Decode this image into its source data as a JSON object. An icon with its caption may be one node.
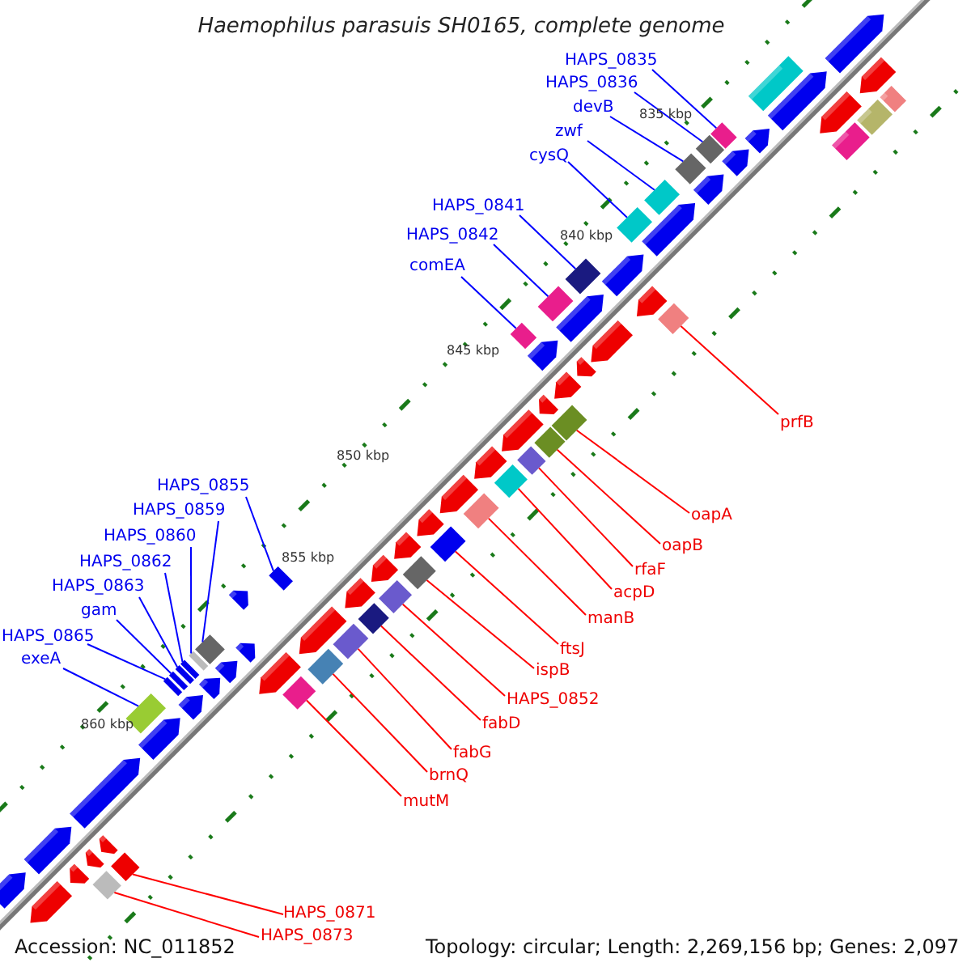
{
  "diagram": {
    "title": "Haemophilus parasuis SH0165, complete genome",
    "nodes": [
      {
        "text": [
          "HAPS_0835"
        ]
      },
      {
        "text": [
          "HAPS_0836"
        ]
      },
      {
        "text": [
          "devB"
        ]
      },
      {
        "text": [
          "zwf"
        ]
      },
      {
        "text": [
          "cysQ"
        ]
      },
      {
        "text": [
          "HAPS_0841"
        ]
      },
      {
        "text": [
          "HAPS_0842"
        ]
      },
      {
        "text": [
          "comEA"
        ]
      },
      {
        "text": [
          "prfB"
        ]
      },
      {
        "text": [
          "oapA"
        ]
      },
      {
        "text": [
          "oapB"
        ]
      },
      {
        "text": [
          "rfaF"
        ]
      },
      {
        "text": [
          "acpD"
        ]
      },
      {
        "text": [
          "manB"
        ]
      },
      {
        "text": [
          "ftsJ"
        ]
      },
      {
        "text": [
          "ispB"
        ]
      },
      {
        "text": [
          "HAPS_0852"
        ]
      },
      {
        "text": [
          "fabD"
        ]
      },
      {
        "text": [
          "fabG"
        ]
      },
      {
        "text": [
          "brnQ"
        ]
      },
      {
        "text": [
          "mutM"
        ]
      },
      {
        "text": [
          "HAPS_0855"
        ]
      },
      {
        "text": [
          "HAPS_0859"
        ]
      },
      {
        "text": [
          "HAPS_0860"
        ]
      },
      {
        "text": [
          "HAPS_0862"
        ]
      },
      {
        "text": [
          "HAPS_0863"
        ]
      },
      {
        "text": [
          "gam"
        ]
      },
      {
        "text": [
          "HAPS_0865"
        ]
      },
      {
        "text": [
          "exeA"
        ]
      },
      {
        "text": [
          "HAPS_0871"
        ]
      },
      {
        "text": [
          "HAPS_0873"
        ]
      },
      {
        "text": [],
        "shape": "box"
      },
      {
        "text": [],
        "shape": "box"
      },
      {
        "text": [],
        "shape": "box"
      },
      {
        "text": [],
        "shape": "box"
      },
      {
        "text": [],
        "shape": "box"
      },
      {
        "text": [],
        "shape": "box"
      },
      {
        "text": [],
        "shape": "box"
      },
      {
        "text": [],
        "shape": "box"
      },
      {
        "text": [],
        "shape": "box"
      },
      {
        "text": [],
        "shape": "box"
      },
      {
        "text": [],
        "shape": "box"
      },
      {
        "text": [],
        "shape": "box"
      },
      {
        "text": [],
        "shape": "box"
      },
      {
        "text": [],
        "shape": "box"
      },
      {
        "text": [],
        "shape": "box"
      },
      {
        "text": [],
        "shape": "box"
      },
      {
        "text": [],
        "shape": "box"
      },
      {
        "text": [],
        "shape": "box"
      },
      {
        "text": [],
        "shape": "box"
      },
      {
        "text": [],
        "shape": "box"
      },
      {
        "text": [],
        "shape": "box"
      },
      {
        "text": [],
        "shape": "box"
      },
      {
        "text": [],
        "shape": "box"
      },
      {
        "text": [],
        "shape": "box"
      },
      {
        "text": [],
        "shape": "box"
      },
      {
        "text": [],
        "shape": "box"
      },
      {
        "text": [],
        "shape": "box"
      },
      {
        "text": [],
        "shape": "box"
      },
      {
        "text": [],
        "shape": "box"
      },
      {
        "text": [],
        "shape": "box"
      },
      {
        "text": [],
        "shape": "box"
      }
    ],
    "edges": [
      {
        "from": 0,
        "to": 31,
        "arrow": "none"
      },
      {
        "from": 1,
        "to": 32,
        "arrow": "none"
      },
      {
        "from": 2,
        "to": 33,
        "arrow": "none"
      },
      {
        "from": 3,
        "to": 34,
        "arrow": "none"
      },
      {
        "from": 4,
        "to": 35,
        "arrow": "none"
      },
      {
        "from": 5,
        "to": 36,
        "arrow": "none"
      },
      {
        "from": 6,
        "to": 37,
        "arrow": "none"
      },
      {
        "from": 7,
        "to": 38,
        "arrow": "none"
      },
      {
        "from": 8,
        "to": 39,
        "arrow": "none",
        "color": "#ff0000"
      },
      {
        "from": 9,
        "to": 40,
        "arrow": "none",
        "color": "#ff0000"
      },
      {
        "from": 10,
        "to": 41,
        "arrow": "none",
        "color": "#ff0000"
      },
      {
        "from": 11,
        "to": 42,
        "arrow": "none",
        "color": "#ff0000"
      },
      {
        "from": 12,
        "to": 43,
        "arrow": "none",
        "color": "#ff0000"
      },
      {
        "from": 13,
        "to": 44,
        "arrow": "none",
        "color": "#ff0000"
      },
      {
        "from": 14,
        "to": 45,
        "arrow": "none",
        "color": "#ff0000"
      },
      {
        "from": 15,
        "to": 46,
        "arrow": "none",
        "color": "#ff0000"
      },
      {
        "from": 16,
        "to": 47,
        "arrow": "none",
        "color": "#ff0000"
      },
      {
        "from": 17,
        "to": 48,
        "arrow": "none",
        "color": "#ff0000"
      },
      {
        "from": 18,
        "to": 49,
        "arrow": "none",
        "color": "#ff0000"
      },
      {
        "from": 19,
        "to": 50,
        "arrow": "none",
        "color": "#ff0000"
      },
      {
        "from": 20,
        "to": 51,
        "arrow": "none",
        "color": "#ff0000"
      },
      {
        "from": 21,
        "to": 52,
        "arrow": "none"
      },
      {
        "from": 22,
        "to": 53,
        "arrow": "none"
      },
      {
        "from": 23,
        "to": 54,
        "arrow": "none"
      },
      {
        "from": 24,
        "to": 55,
        "arrow": "none"
      },
      {
        "from": 25,
        "to": 56,
        "arrow": "none"
      },
      {
        "from": 26,
        "to": 57,
        "arrow": "none"
      },
      {
        "from": 27,
        "to": 58,
        "arrow": "none"
      },
      {
        "from": 28,
        "to": 59,
        "arrow": "none"
      },
      {
        "from": 29,
        "to": 60,
        "arrow": "none",
        "color": "#ff0000"
      },
      {
        "from": 30,
        "to": 61,
        "arrow": "none",
        "color": "#ff0000"
      }
    ],
    "labels": [
      "835 kbp",
      "840 kbp",
      "845 kbp",
      "850 kbp",
      "855 kbp",
      "860 kbp",
      "Accession: NC_011852",
      "Topology: circular; Length: 2,269,156 bp; Genes: 2,097"
    ]
  }
}
